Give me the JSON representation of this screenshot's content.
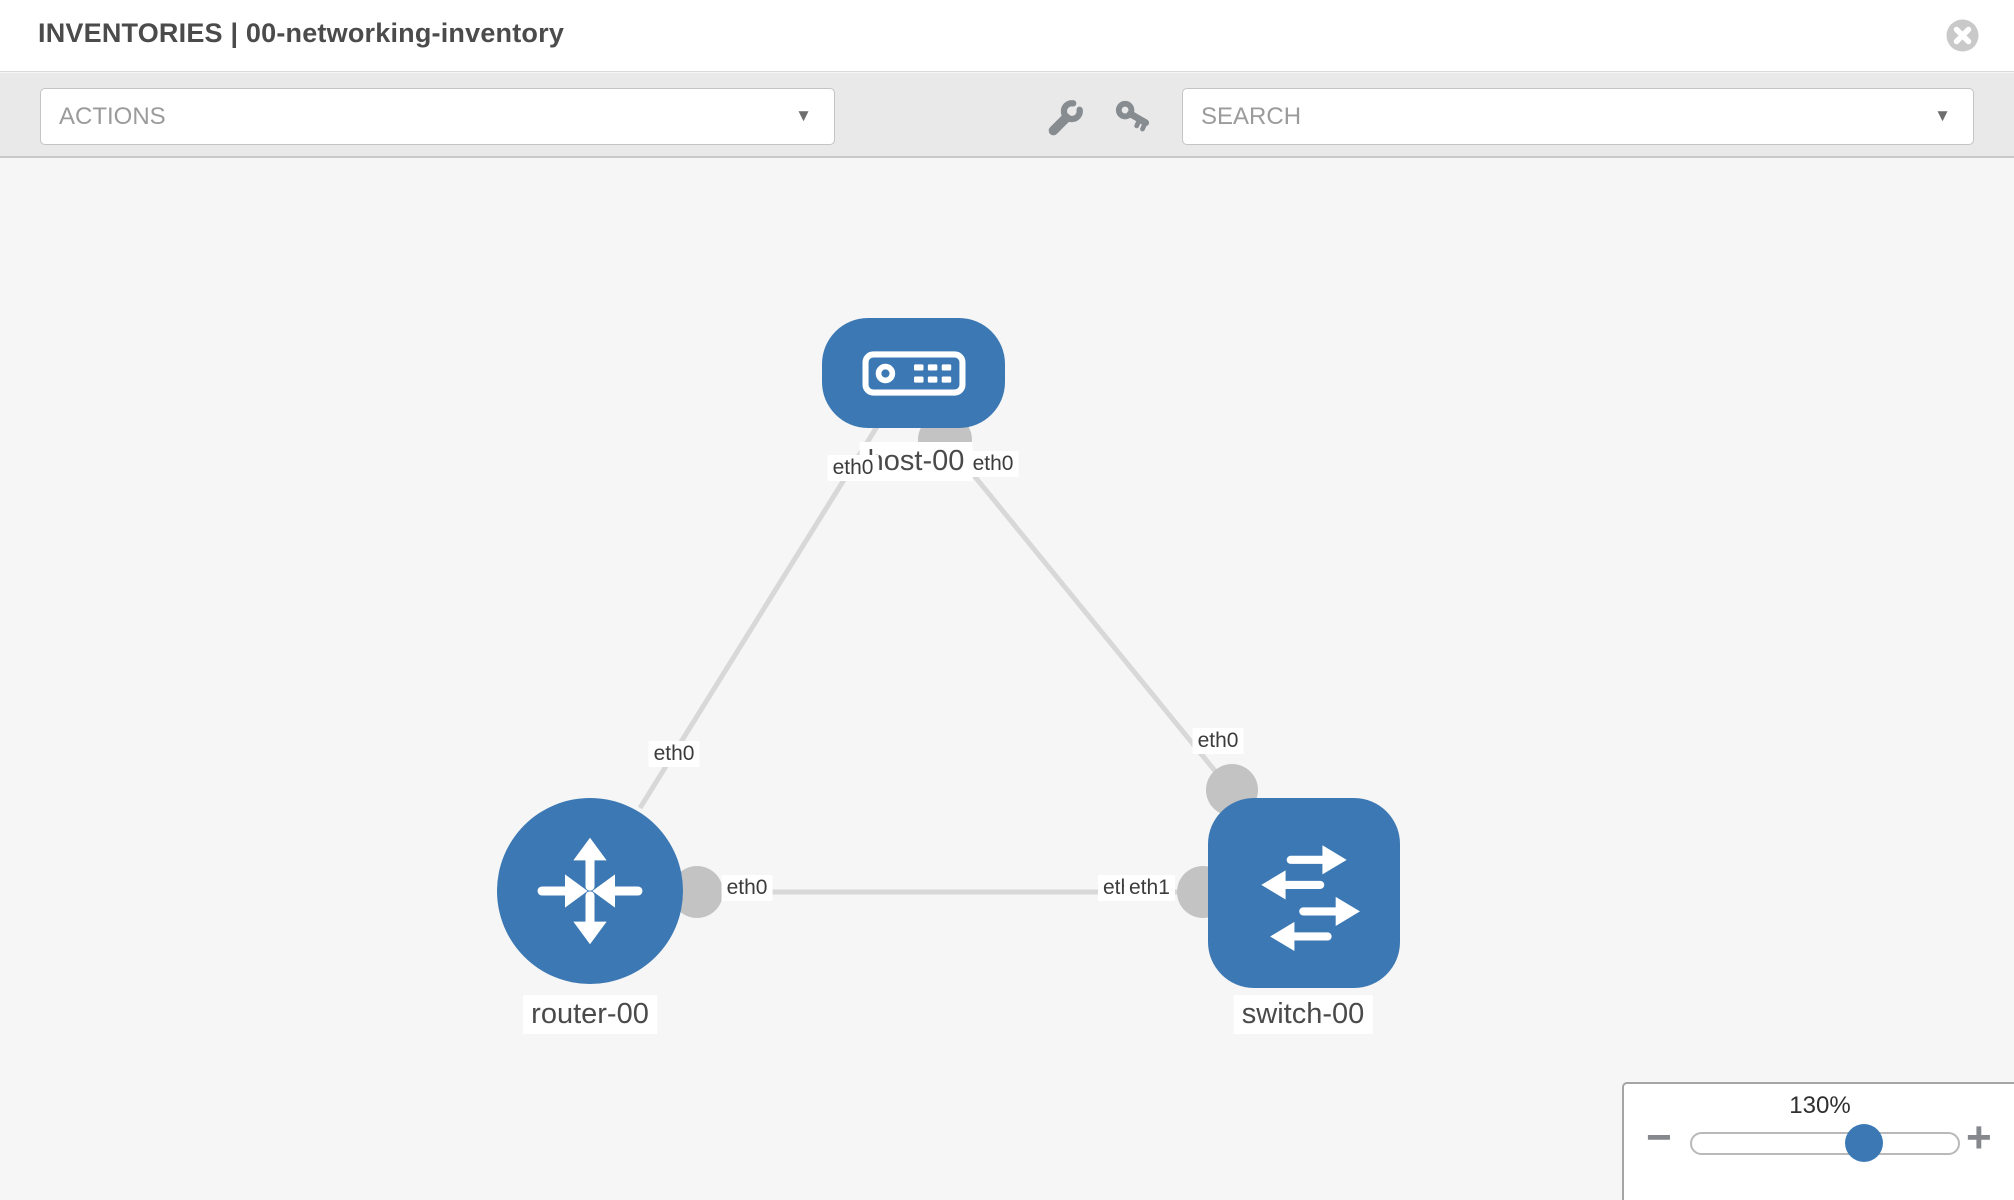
{
  "header": {
    "title": "INVENTORIES | 00-networking-inventory"
  },
  "toolbar": {
    "actions_placeholder": "ACTIONS",
    "search_placeholder": "SEARCH"
  },
  "icons": {
    "close": "circle-x",
    "wrench": "wrench",
    "key": "key",
    "dropdown_caret": "▼",
    "zoom_out": "−",
    "zoom_in": "+"
  },
  "canvas": {
    "nodes": {
      "host": {
        "label": "host-00",
        "type": "host"
      },
      "router": {
        "label": "router-00",
        "type": "router"
      },
      "switch": {
        "label": "switch-00",
        "type": "switch"
      }
    },
    "interfaces": {
      "host_to_router": "eth0",
      "router_to_host": "eth0",
      "host_to_switch": "eth0",
      "switch_to_host": "eth0",
      "router_to_switch": "eth0",
      "switch_to_router_back": "eth0",
      "switch_to_router_front": "eth1"
    },
    "links": [
      {
        "from": "host-00",
        "to": "router-00"
      },
      {
        "from": "host-00",
        "to": "switch-00"
      },
      {
        "from": "router-00",
        "to": "switch-00"
      }
    ]
  },
  "zoom_control": {
    "level": "130%"
  },
  "colors": {
    "node_blue": "#3c79b4",
    "link_gray": "#d8d8d8",
    "port_gray": "#c3c3c3",
    "toolbar_gray": "#e9e9e9",
    "canvas_gray": "#f6f6f6"
  }
}
